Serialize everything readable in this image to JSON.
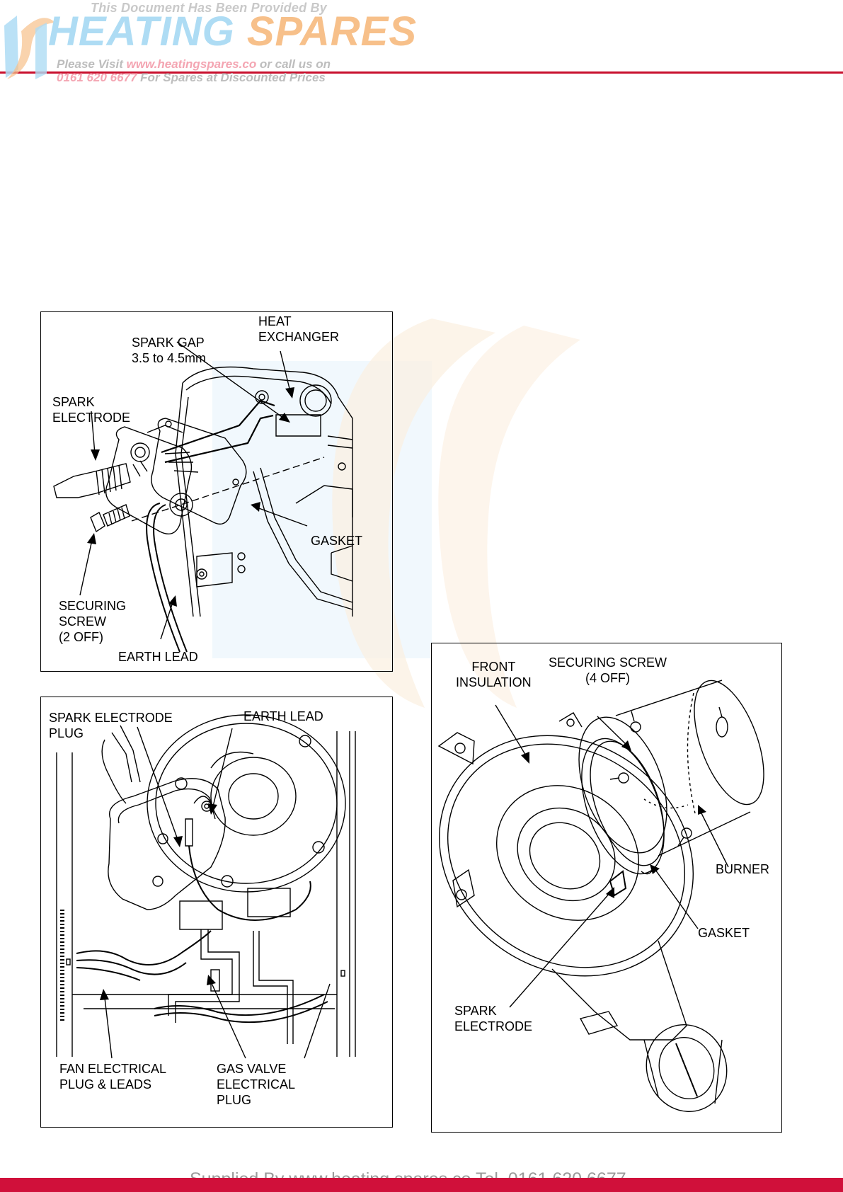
{
  "watermark": {
    "top_line": "This Document Has Been Provided By",
    "brand_part1": "HEATING",
    "brand_part2": "SPARES",
    "line1_a": "Please Visit ",
    "line1_url": "www.heatingspares.co",
    "line1_b": " or call us on",
    "line2_phone": "0161 620 6677",
    "line2_b": " For Spares at Discounted Prices",
    "colors": {
      "blue": "#aedcf4",
      "orange": "#f7c08a",
      "red": "#c8102e"
    }
  },
  "figure1": {
    "labels": {
      "heat_exchanger": "HEAT\nEXCHANGER",
      "spark_gap": "SPARK GAP\n3.5 to 4.5mm",
      "spark_electrode": "SPARK\nELECTRODE",
      "gasket": "GASKET",
      "securing_screw": "SECURING\nSCREW\n(2 OFF)",
      "earth_lead": "EARTH LEAD"
    }
  },
  "figure2": {
    "labels": {
      "spark_electrode_plug": "SPARK ELECTRODE\nPLUG",
      "earth_lead": "EARTH LEAD",
      "fan_electrical": "FAN ELECTRICAL\nPLUG & LEADS",
      "gas_valve": "GAS VALVE\nELECTRICAL\nPLUG"
    }
  },
  "figure3": {
    "labels": {
      "front_insulation": "FRONT\nINSULATION",
      "securing_screw": "SECURING SCREW\n(4 OFF)",
      "burner": "BURNER",
      "gasket": "GASKET",
      "spark_electrode": "SPARK\nELECTRODE"
    }
  },
  "footer": {
    "text": "Supplied By www.heating spares.co  Tel. 0161 620 6677",
    "bar_color": "#d0103a"
  }
}
